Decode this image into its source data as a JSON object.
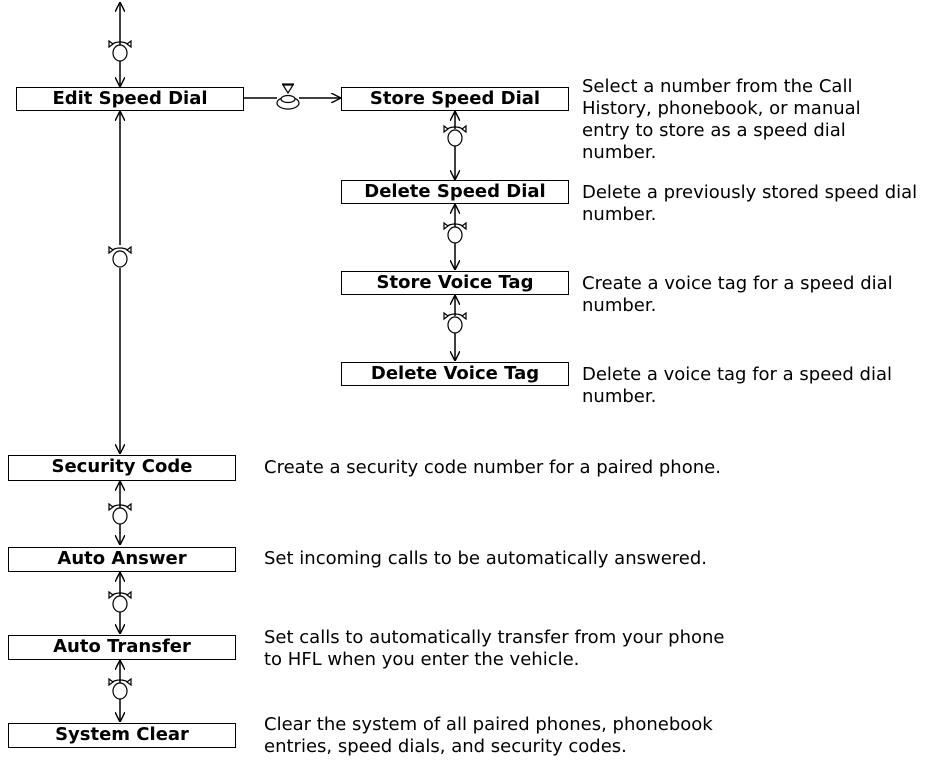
{
  "left_menu": [
    {
      "label": "Edit Speed Dial",
      "description": ""
    },
    {
      "label": "Security Code",
      "description": "Create a security code number for a paired phone."
    },
    {
      "label": "Auto Answer",
      "description": "Set incoming calls to be automatically answered."
    },
    {
      "label": "Auto Transfer",
      "description": "Set calls to automatically transfer from your phone\nto HFL when you enter the vehicle."
    },
    {
      "label": "System Clear",
      "description": "Clear the system of all paired phones, phonebook\nentries, speed dials, and security codes."
    }
  ],
  "sub_menu": [
    {
      "label": "Store Speed Dial",
      "description": "Select a number from the Call\nHistory, phonebook, or manual\nentry to store as a speed dial\nnumber."
    },
    {
      "label": "Delete Speed Dial",
      "description": "Delete a previously stored speed dial\nnumber."
    },
    {
      "label": "Store Voice Tag",
      "description": "Create a voice tag for a speed dial\nnumber."
    },
    {
      "label": "Delete Voice Tag",
      "description": "Delete a voice tag for a speed dial\nnumber."
    }
  ],
  "icons": {
    "rotate": "selector-knob-rotate-icon",
    "press": "selector-knob-press-icon"
  }
}
